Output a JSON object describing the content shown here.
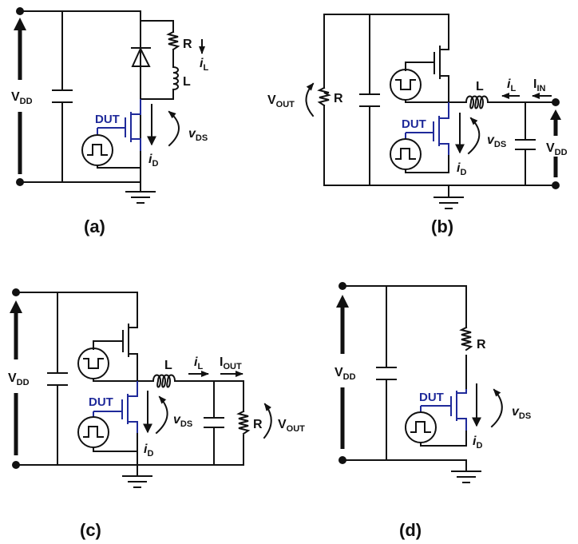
{
  "figure": {
    "colors": {
      "wire": "#111111",
      "dut": "#1f2a9a",
      "background": "#ffffff"
    },
    "panels": [
      {
        "id": "a",
        "caption": "(a)",
        "labels": {
          "vdd": "V",
          "vdd_sub": "DD",
          "r": "R",
          "l": "L",
          "il": "i",
          "il_sub": "L",
          "dut": "DUT",
          "vds": "v",
          "vds_sub": "DS",
          "id": "i",
          "id_sub": "D"
        },
        "components": [
          "supply-terminals",
          "capacitor",
          "diode",
          "resistor",
          "inductor",
          "dut-mosfet",
          "pulse-source",
          "ground"
        ]
      },
      {
        "id": "b",
        "caption": "(b)",
        "labels": {
          "vout": "V",
          "vout_sub": "OUT",
          "r": "R",
          "l": "L",
          "il": "i",
          "il_sub": "L",
          "iin": "I",
          "iin_sub": "IN",
          "dut": "DUT",
          "vds": "v",
          "vds_sub": "DS",
          "id": "i",
          "id_sub": "D",
          "vdd": "V",
          "vdd_sub": "DD"
        },
        "components": [
          "resistor",
          "capacitor",
          "high-side-mosfet",
          "inverted-pulse-source",
          "inductor",
          "dut-mosfet",
          "pulse-source",
          "input-capacitor",
          "supply-terminals",
          "ground"
        ]
      },
      {
        "id": "c",
        "caption": "(c)",
        "labels": {
          "vdd": "V",
          "vdd_sub": "DD",
          "l": "L",
          "il": "i",
          "il_sub": "L",
          "iout": "I",
          "iout_sub": "OUT",
          "dut": "DUT",
          "vds": "v",
          "vds_sub": "DS",
          "id": "i",
          "id_sub": "D",
          "r": "R",
          "vout": "V",
          "vout_sub": "OUT"
        },
        "components": [
          "supply-terminals",
          "capacitor",
          "high-side-mosfet",
          "inverted-pulse-source",
          "inductor",
          "dut-mosfet",
          "pulse-source",
          "output-capacitor",
          "resistor",
          "ground"
        ]
      },
      {
        "id": "d",
        "caption": "(d)",
        "labels": {
          "vdd": "V",
          "vdd_sub": "DD",
          "r": "R",
          "dut": "DUT",
          "vds": "v",
          "vds_sub": "DS",
          "id": "i",
          "id_sub": "D"
        },
        "components": [
          "supply-terminals",
          "capacitor",
          "resistor",
          "dut-mosfet",
          "pulse-source",
          "ground"
        ]
      }
    ]
  }
}
